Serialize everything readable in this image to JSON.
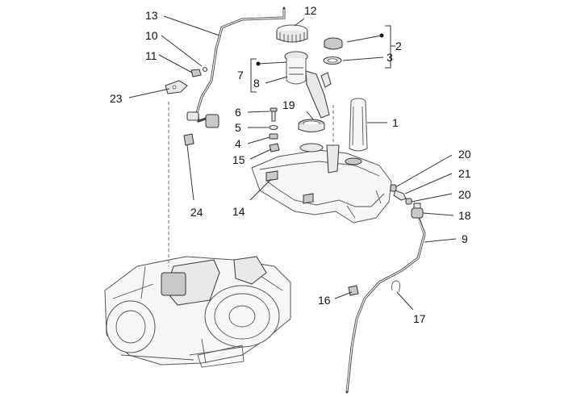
{
  "callouts": {
    "c1": "1",
    "c2": "2",
    "c3": "3",
    "c4": "4",
    "c5": "5",
    "c6": "6",
    "c7": "7",
    "c8": "8",
    "c9": "9",
    "c10": "10",
    "c11": "11",
    "c12": "12",
    "c13": "13",
    "c14": "14",
    "c15": "15",
    "c16": "16",
    "c17": "17",
    "c18": "18",
    "c19": "19",
    "c20a": "20",
    "c20b": "20",
    "c21": "21",
    "c23": "23",
    "c24": "24"
  },
  "colors": {
    "line": "#333333",
    "part_fill": "#e9e9e9",
    "background": "#ffffff"
  }
}
